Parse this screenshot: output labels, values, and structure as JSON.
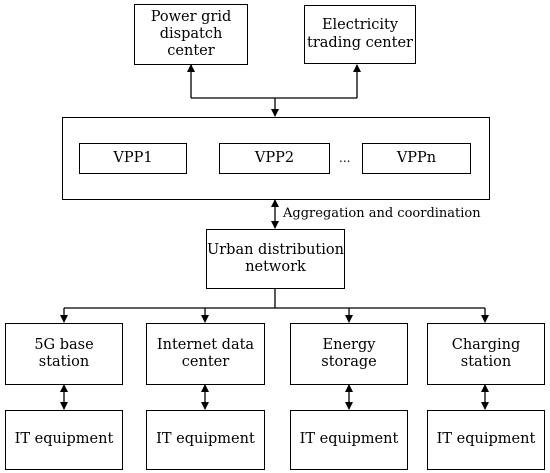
{
  "top_nodes": {
    "dispatch": "Power grid dispatch center",
    "trading": "Electricity trading center"
  },
  "vpp_group": {
    "items": [
      "VPP1",
      "VPP2",
      "VPPn"
    ],
    "ellipsis": "..."
  },
  "link_label": "Aggregation and coordination",
  "distribution": "Urban distribution network",
  "facilities": [
    "5G base station",
    "Internet data center",
    "Energy storage",
    "Charging station"
  ],
  "equipment": [
    "IT equipment",
    "IT equipment",
    "IT equipment",
    "IT equipment"
  ]
}
